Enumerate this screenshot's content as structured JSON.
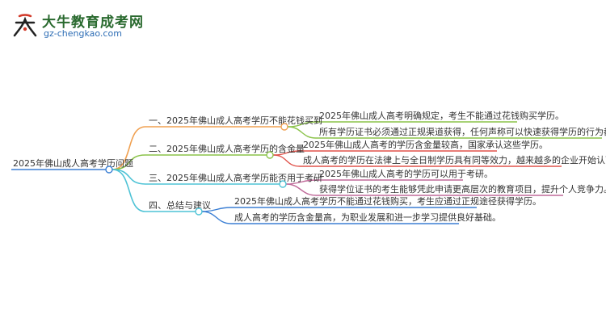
{
  "logo": {
    "title": "大牛教育成考网",
    "url": "gz-chengkao.com",
    "mark_glyph": "大牛"
  },
  "mindmap": {
    "root": "2025年佛山成人高考学历问题",
    "branches": [
      {
        "label": "一、2025年佛山成人高考学历不能花钱买到",
        "color": "#f0a050",
        "leaves": [
          "2025年佛山成人高考明确规定，考生不能通过花钱购买学历。",
          "所有学历证书必须通过正规渠道获得，任何声称可以快速获得学历的行为都是不可信的。"
        ],
        "leaf_color": "#8bc34a"
      },
      {
        "label": "二、2025年佛山成人高考学历的含金量",
        "color": "#8bc34a",
        "leaves": [
          "2025年佛山成人高考的学历含金量较高，国家承认这些学历。",
          "成人高考的学历在法律上与全日制学历具有同等效力，越来越多的企业开始认可。"
        ],
        "leaf_color": "#e0524a"
      },
      {
        "label": "三、2025年佛山成人高考学历能否用于考研",
        "color": "#4fc3d6",
        "leaves": [
          "2025年佛山成人高考的学历可以用于考研。",
          "获得学位证书的考生能够凭此申请更高层次的教育项目，提升个人竞争力。"
        ],
        "leaf_color": "#c06a9a"
      },
      {
        "label": "四、总结与建议",
        "color": "#4fc3d6",
        "leaves": [
          "2025年佛山成人高考学历不能通过花钱购买，考生应通过正规途径获得学历。",
          "成人高考的学历含金量高，为职业发展和进一步学习提供良好基础。"
        ],
        "leaf_color": "#3b7fd4"
      }
    ]
  }
}
